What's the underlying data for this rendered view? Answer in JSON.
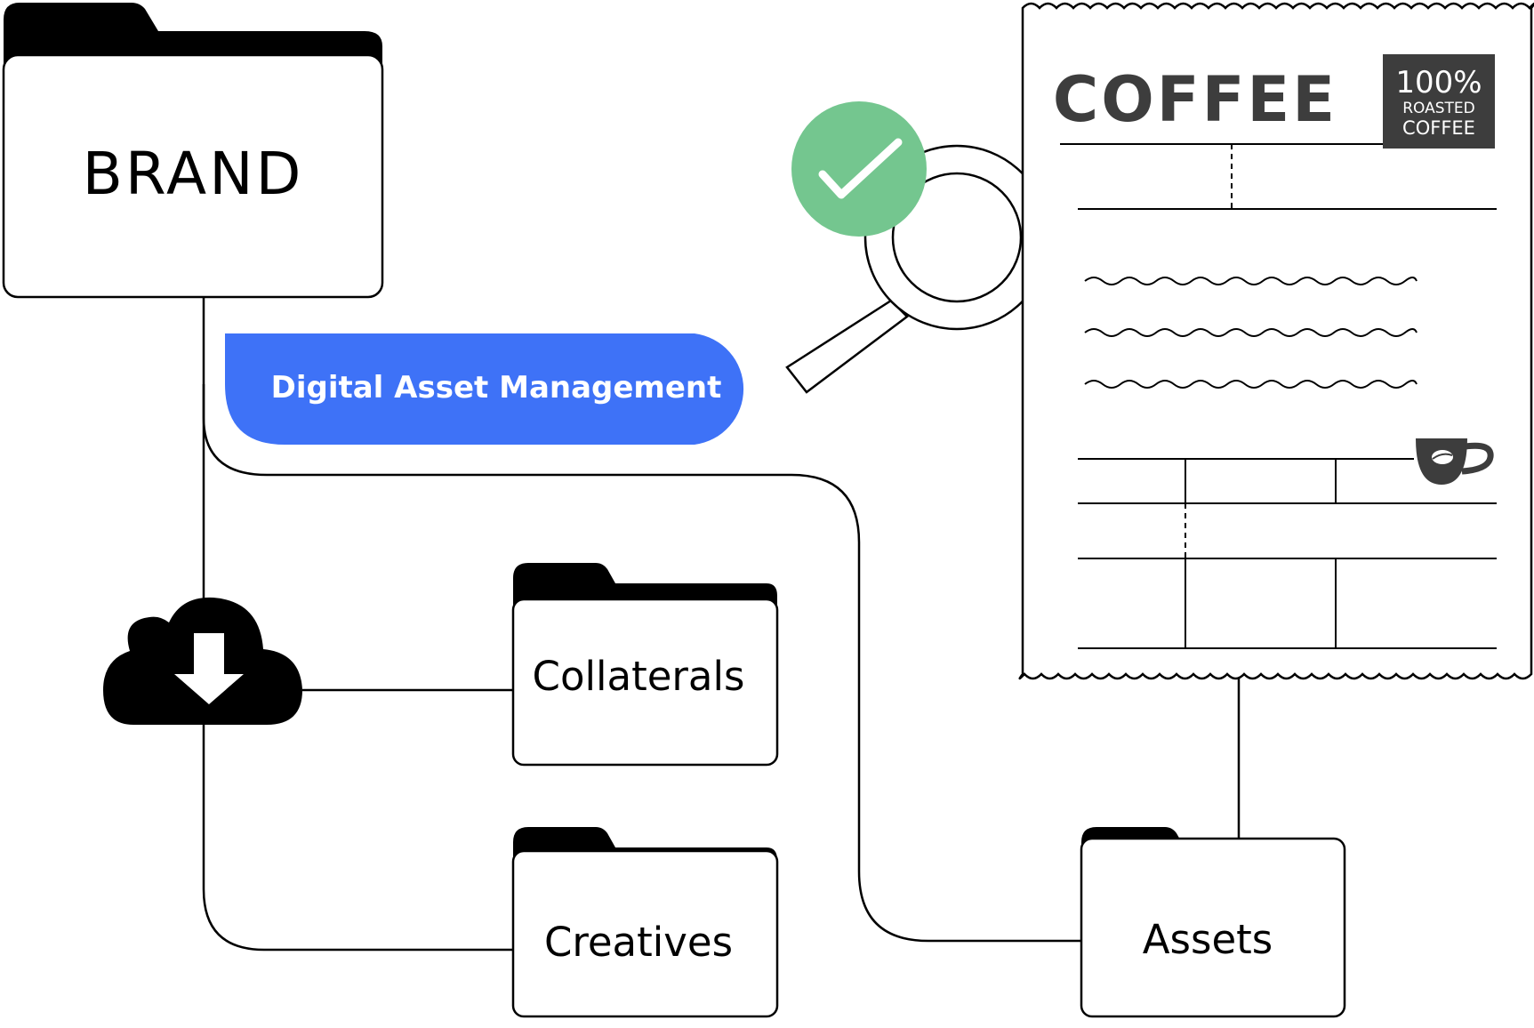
{
  "colors": {
    "ink": "#000000",
    "pill": "#3e72f7",
    "pill_text": "#ffffff",
    "check_green": "#74c68f",
    "check_mark": "#ffffff",
    "receipt_text": "#3d3d3d",
    "badge_bg": "#3d3d3d",
    "badge_text": "#ffffff",
    "background": "#ffffff"
  },
  "folders": {
    "brand": "BRAND",
    "collaterals": "Collaterals",
    "creatives": "Creatives",
    "assets": "Assets"
  },
  "pill": {
    "label": "Digital Asset Management"
  },
  "receipt": {
    "title": "COFFEE",
    "badge": {
      "line1": "100%",
      "line2": "ROASTED",
      "line3": "COFFEE"
    }
  },
  "icons": {
    "cloud": "cloud-download-icon",
    "magnifier": "magnifying-glass-icon",
    "check": "check-circle-icon",
    "cup": "coffee-cup-icon"
  }
}
